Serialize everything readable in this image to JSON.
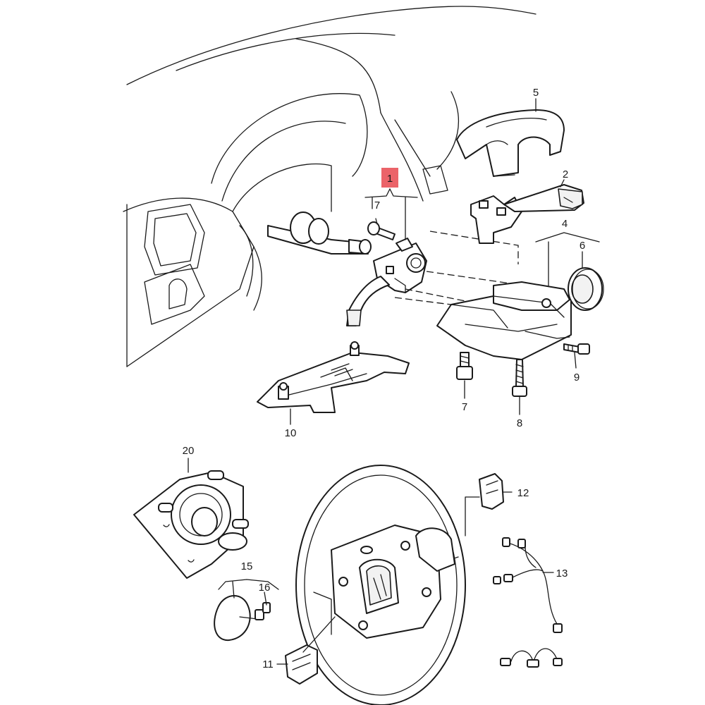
{
  "diagram": {
    "highlight_color": "#e8484f",
    "line_color": "#1a1a1a",
    "callouts": {
      "c1": "1",
      "c2": "2",
      "c4": "4",
      "c5": "5",
      "c6": "6",
      "c7a": "7",
      "c7b": "7",
      "c8": "8",
      "c9": "9",
      "c10": "10",
      "c11": "11",
      "c12": "12",
      "c13": "13",
      "c15": "15",
      "c16": "16",
      "c20": "20"
    }
  }
}
